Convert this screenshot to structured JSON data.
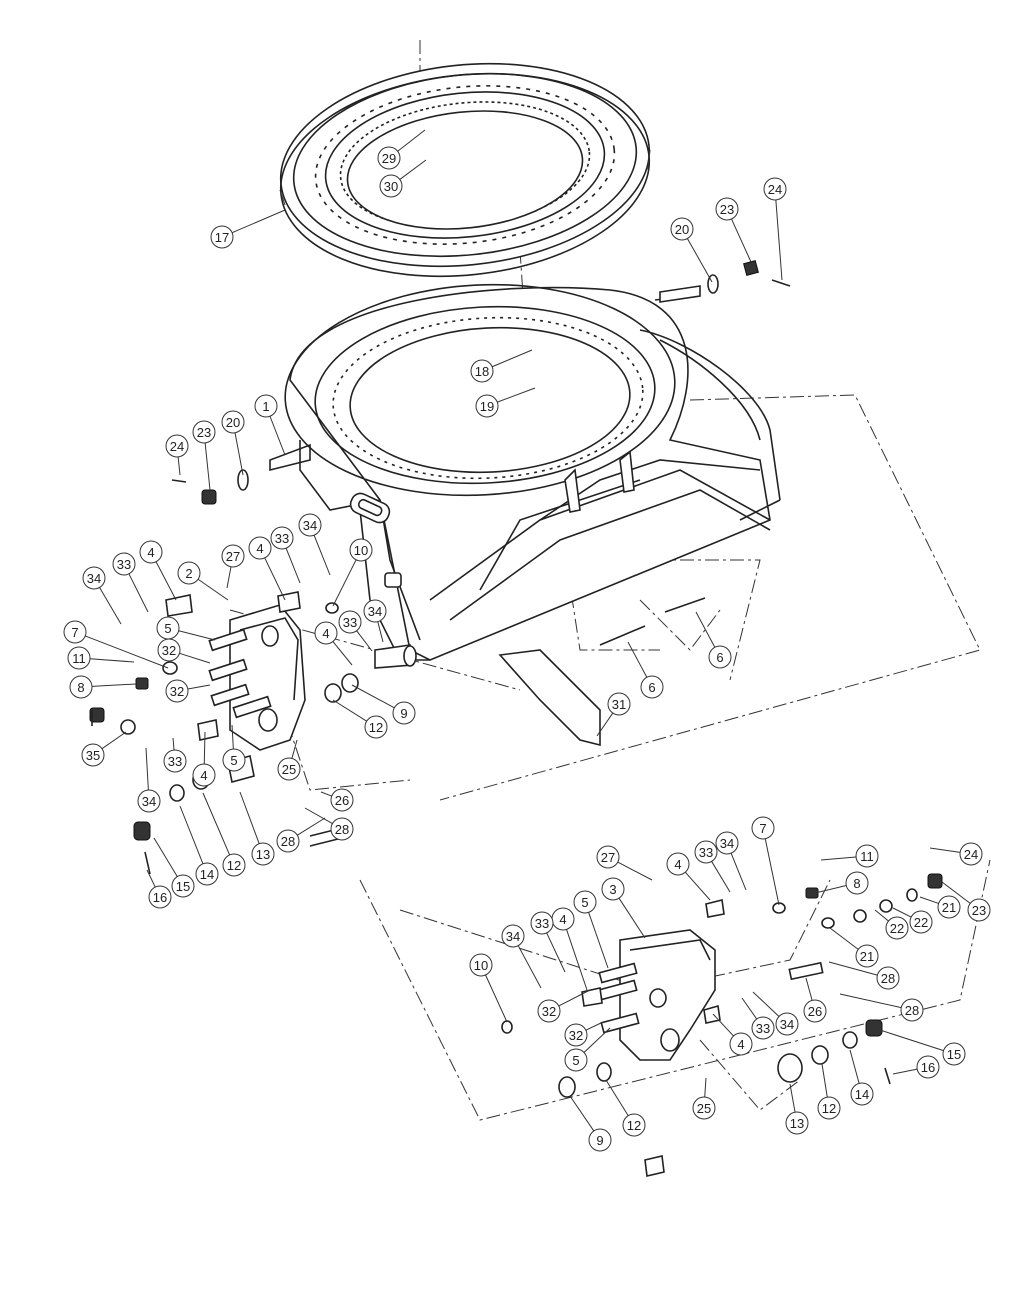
{
  "callouts": [
    "1",
    "2",
    "3",
    "4",
    "4",
    "4",
    "4",
    "4",
    "4",
    "4",
    "5",
    "5",
    "5",
    "5",
    "6",
    "6",
    "7",
    "7",
    "8",
    "8",
    "9",
    "9",
    "10",
    "10",
    "11",
    "11",
    "12",
    "12",
    "12",
    "12",
    "13",
    "13",
    "14",
    "14",
    "15",
    "15",
    "16",
    "16",
    "17",
    "18",
    "19",
    "20",
    "20",
    "21",
    "21",
    "22",
    "22",
    "23",
    "23",
    "23",
    "24",
    "24",
    "24",
    "25",
    "25",
    "26",
    "26",
    "27",
    "27",
    "28",
    "28",
    "28",
    "28",
    "29",
    "30",
    "31",
    "32",
    "32",
    "32",
    "32",
    "33",
    "33",
    "33",
    "33",
    "33",
    "33",
    "33",
    "34",
    "34",
    "34",
    "34",
    "34",
    "34",
    "34",
    "35"
  ]
}
